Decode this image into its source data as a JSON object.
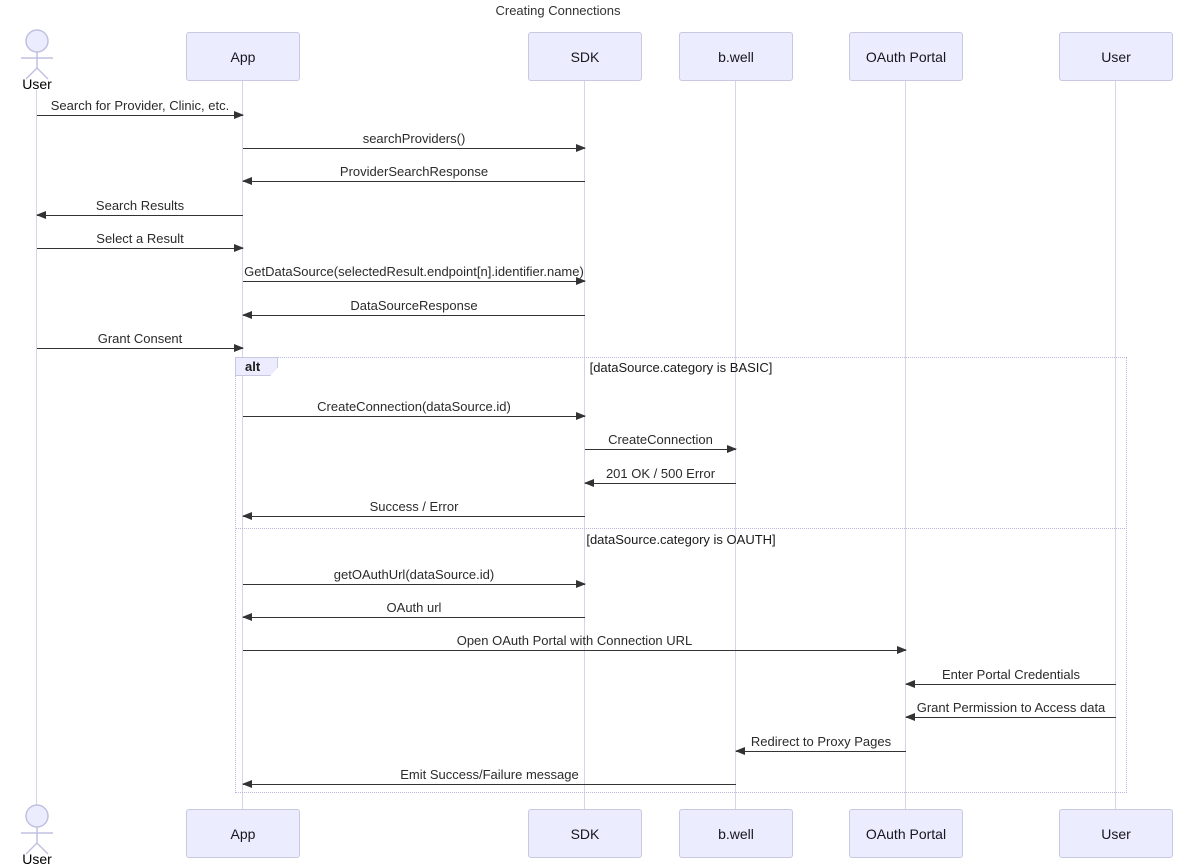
{
  "title": "Creating Connections",
  "diagram_type": "sequence-diagram",
  "colors": {
    "background": "#ffffff",
    "participant_fill": "#ececff",
    "participant_border": "#c8c8e0",
    "lifeline": "#d5d5e8",
    "arrow": "#333333",
    "frame_border": "#b9b9e0",
    "text": "#1a1a1a"
  },
  "participants": [
    {
      "name": "User",
      "kind": "actor"
    },
    {
      "name": "App",
      "kind": "box"
    },
    {
      "name": "SDK",
      "kind": "box"
    },
    {
      "name": "b.well",
      "kind": "box"
    },
    {
      "name": "OAuth Portal",
      "kind": "box"
    },
    {
      "name": "User",
      "kind": "box"
    }
  ],
  "messages": [
    {
      "from": "User",
      "to": "App",
      "label": "Search for Provider, Clinic, etc."
    },
    {
      "from": "App",
      "to": "SDK",
      "label": "searchProviders()"
    },
    {
      "from": "SDK",
      "to": "App",
      "label": "ProviderSearchResponse"
    },
    {
      "from": "App",
      "to": "User",
      "label": "Search Results"
    },
    {
      "from": "User",
      "to": "App",
      "label": "Select a Result"
    },
    {
      "from": "App",
      "to": "SDK",
      "label": "GetDataSource(selectedResult.endpoint[n].identifier.name)"
    },
    {
      "from": "SDK",
      "to": "App",
      "label": "DataSourceResponse"
    },
    {
      "from": "User",
      "to": "App",
      "label": "Grant Consent"
    },
    {
      "from": "App",
      "to": "SDK",
      "label": "CreateConnection(dataSource.id)"
    },
    {
      "from": "SDK",
      "to": "b.well",
      "label": "CreateConnection"
    },
    {
      "from": "b.well",
      "to": "SDK",
      "label": "201 OK / 500 Error"
    },
    {
      "from": "SDK",
      "to": "App",
      "label": "Success / Error"
    },
    {
      "from": "App",
      "to": "SDK",
      "label": "getOAuthUrl(dataSource.id)"
    },
    {
      "from": "SDK",
      "to": "App",
      "label": "OAuth url"
    },
    {
      "from": "App",
      "to": "OAuth Portal",
      "label": "Open OAuth Portal with Connection URL"
    },
    {
      "from": "User",
      "to": "OAuth Portal",
      "label": "Enter Portal Credentials"
    },
    {
      "from": "User",
      "to": "OAuth Portal",
      "label": "Grant Permission to Access data"
    },
    {
      "from": "OAuth Portal",
      "to": "b.well",
      "label": "Redirect to Proxy Pages"
    },
    {
      "from": "b.well",
      "to": "App",
      "label": "Emit Success/Failure message"
    }
  ],
  "alt_block": {
    "keyword": "alt",
    "branches": [
      {
        "condition": "[dataSource.category is BASIC]",
        "messages": [
          "CreateConnection(dataSource.id)",
          "CreateConnection",
          "201 OK / 500 Error",
          "Success / Error"
        ]
      },
      {
        "condition": "[dataSource.category is OAUTH]",
        "messages": [
          "getOAuthUrl(dataSource.id)",
          "OAuth url",
          "Open OAuth Portal with Connection URL",
          "Enter Portal Credentials",
          "Grant Permission to Access data",
          "Redirect to Proxy Pages",
          "Emit Success/Failure message"
        ]
      }
    ]
  }
}
